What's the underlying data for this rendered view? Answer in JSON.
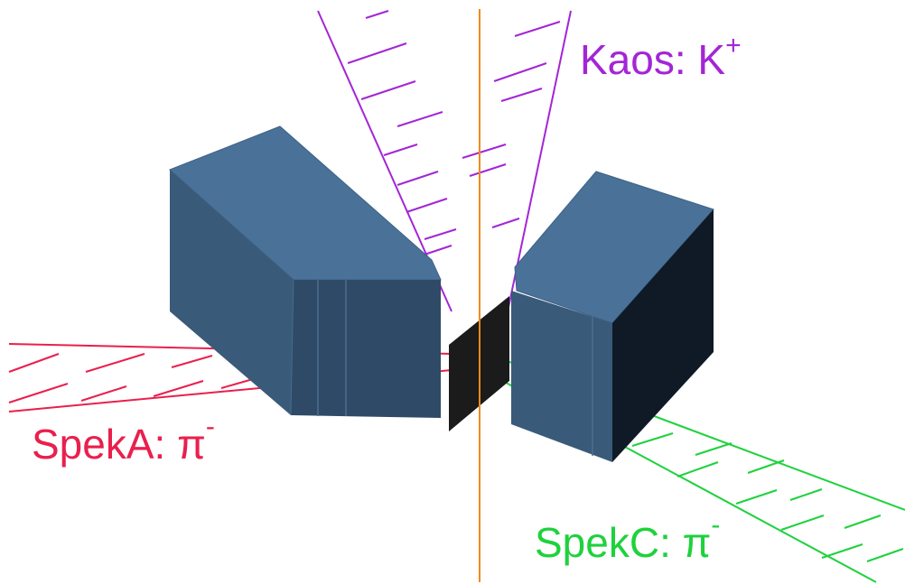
{
  "labels": {
    "kaos": {
      "text": "Kaos: K",
      "sup": "+"
    },
    "speka": {
      "text": "SpekA: π",
      "sup": "-"
    },
    "spekc": {
      "text": "SpekC: π",
      "sup": "-"
    }
  },
  "colors": {
    "kaos": "#a326d6",
    "speka": "#ea1f4d",
    "spekc": "#1ed23c",
    "beam": "#f08a1e",
    "magnet_top": "#4a7198",
    "magnet_front": "#3a5a7a",
    "magnet_side": "#2e4a66",
    "magnet_dark": "#0f1a26",
    "target": "#1b1b1b"
  }
}
